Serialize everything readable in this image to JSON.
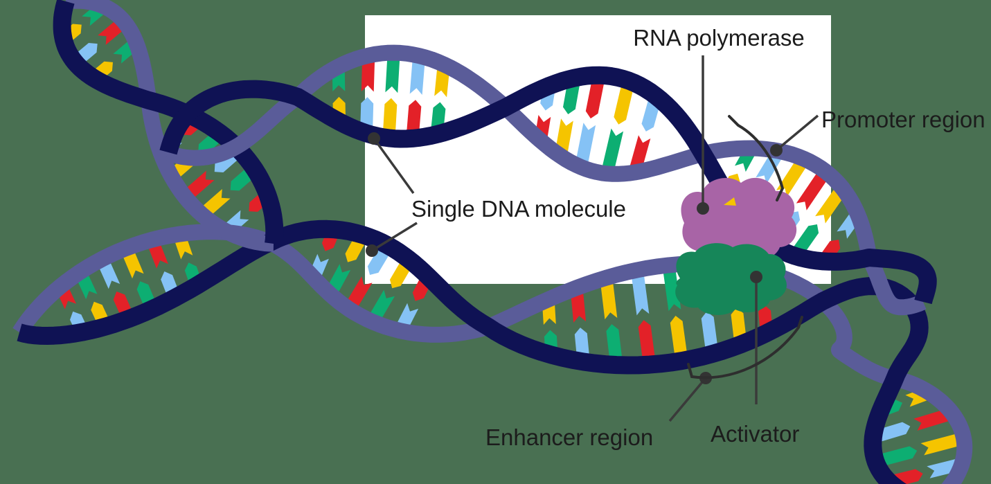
{
  "diagram": {
    "labels": {
      "rna_polymerase": "RNA polymerase",
      "promoter_region": "Promoter region",
      "single_dna_molecule": "Single DNA molecule",
      "enhancer_region": "Enhancer region",
      "activator": "Activator"
    },
    "colors": {
      "background": "#497052",
      "panel": "#FFFFFF",
      "strand_dark_navy": "#0F1254",
      "strand_slate": "#5A5C99",
      "base_red": "#E32128",
      "base_blue": "#85C2F5",
      "base_yellow": "#F5C400",
      "base_green": "#0DAE72",
      "rna_polymerase_blob": "#A864A6",
      "activator_blob": "#168659",
      "annotation_line": "#3A3A3A",
      "annotation_dot": "#333333",
      "bracket": "#2E2E2E",
      "label_text": "#1C1C1C"
    }
  }
}
